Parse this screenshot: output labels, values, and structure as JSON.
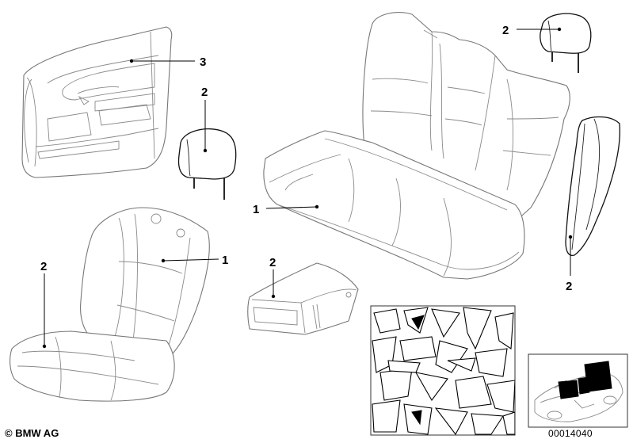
{
  "diagram": {
    "callouts": [
      {
        "id": "door-panel",
        "label": "3"
      },
      {
        "id": "headrest-front",
        "label": "2"
      },
      {
        "id": "headrest-rear",
        "label": "2"
      },
      {
        "id": "rear-bench",
        "label": "1"
      },
      {
        "id": "front-seat-backrest",
        "label": "1"
      },
      {
        "id": "front-seat-cushion",
        "label": "2"
      },
      {
        "id": "armrest-box",
        "label": "2"
      },
      {
        "id": "side-bolster",
        "label": "2"
      }
    ],
    "copyright": "© BMW AG",
    "drawing_number": "00014040"
  }
}
